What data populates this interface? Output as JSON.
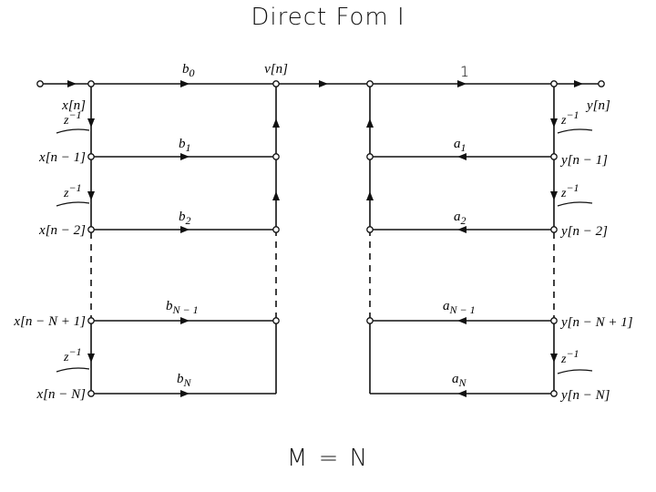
{
  "title": "Direct Fom I",
  "footer": "M = N",
  "signals": {
    "input": "x[n]",
    "intermediate": "v[n]",
    "output": "y[n]",
    "delay": "z",
    "delay_exp": "−1",
    "top_right_mark": "1"
  },
  "left_taps": [
    {
      "label": "x[n]",
      "coef_base": "b",
      "coef_sub": "0"
    },
    {
      "label": "x[n − 1]",
      "coef_base": "b",
      "coef_sub": "1"
    },
    {
      "label": "x[n − 2]",
      "coef_base": "b",
      "coef_sub": "2"
    },
    {
      "label": "x[n − N + 1]",
      "coef_base": "b",
      "coef_sub": "N − 1"
    },
    {
      "label": "x[n − N]",
      "coef_base": "b",
      "coef_sub": "N"
    }
  ],
  "right_taps": [
    {
      "label": "y[n]"
    },
    {
      "label": "y[n − 1]",
      "coef_base": "a",
      "coef_sub": "1"
    },
    {
      "label": "y[n − 2]",
      "coef_base": "a",
      "coef_sub": "2"
    },
    {
      "label": "y[n − N + 1]",
      "coef_base": "a",
      "coef_sub": "N − 1"
    },
    {
      "label": "y[n − N]",
      "coef_base": "a",
      "coef_sub": "N"
    }
  ]
}
